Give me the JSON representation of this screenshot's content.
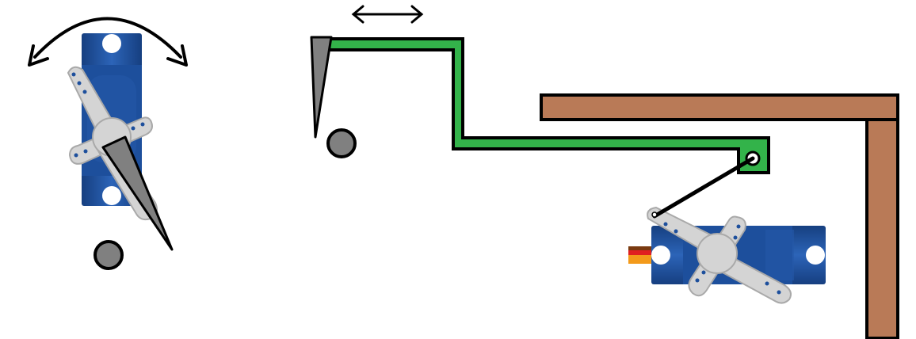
{
  "colors": {
    "background": "#ffffff",
    "servo_body": "#1d4f9c",
    "servo_body_dark": "#163f80",
    "servo_body_light": "#2c64b8",
    "horn": "#d4d4d4",
    "horn_outline": "#a9a9a9",
    "needle": "#808080",
    "ball": "#808080",
    "linkage": "#33b34a",
    "wood": "#b97a57",
    "outline": "#000000",
    "wire_brown": "#7a3a10",
    "wire_red": "#e02020",
    "wire_orange": "#f39a1a"
  },
  "icons": {
    "rotate_arrow": "curved-double-arrow-icon",
    "slide_arrow": "horizontal-double-arrow-icon"
  },
  "panels": [
    {
      "id": "servo-direct",
      "description_icon": "servo-with-needle"
    },
    {
      "id": "linkage-driven",
      "description_icon": "needle-on-linkage"
    },
    {
      "id": "servo-linkage",
      "description_icon": "servo-driving-linkage"
    }
  ]
}
